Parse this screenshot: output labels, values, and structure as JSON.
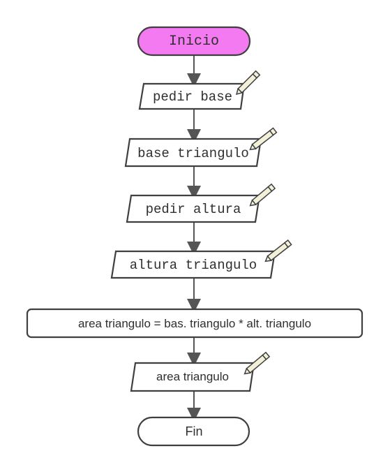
{
  "diagram": {
    "start": {
      "label": "Inicio"
    },
    "input_base": {
      "label": "pedir base"
    },
    "base_triangle": {
      "label": "base triangulo"
    },
    "input_height": {
      "label": "pedir altura"
    },
    "height_triangle": {
      "label": "altura triangulo"
    },
    "area_process": {
      "label": "area triangulo = bas. triangulo * alt. triangulo"
    },
    "area_output": {
      "label": "area triangulo"
    },
    "end": {
      "label": "Fin"
    }
  },
  "colors": {
    "start_fill": "#f47af2",
    "node_fill": "#ffffff",
    "stroke": "#3f3f3f",
    "arrow": "#555555",
    "pencil_fill": "#f3f0d9",
    "text": "#2f2f2f"
  },
  "icons": {
    "io_marker": "pencil-icon"
  }
}
